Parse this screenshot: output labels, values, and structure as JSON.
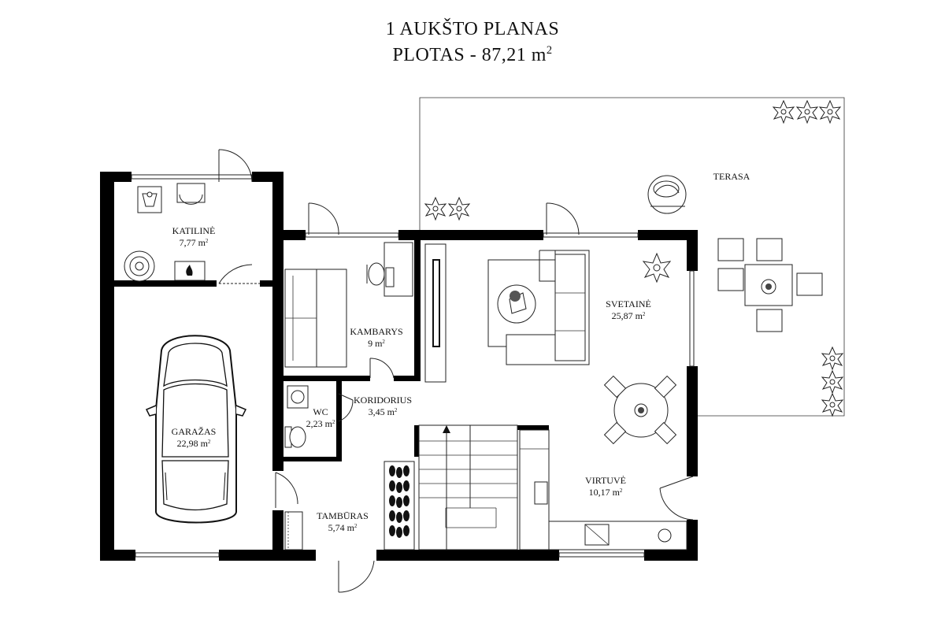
{
  "plan": {
    "title_line1": "1 AUKŠTO PLANAS",
    "title_line2_prefix": "PLOTAS - 87,21 m",
    "unit_superscript": "2"
  },
  "rooms": {
    "katiline": {
      "name": "KATILINĖ",
      "area": "7,77 m"
    },
    "kambarys": {
      "name": "KAMBARYS",
      "area": "9 m"
    },
    "svetaine": {
      "name": "SVETAINĖ",
      "area": "25,87 m"
    },
    "terasa": {
      "name": "TERASA"
    },
    "wc": {
      "name": "WC",
      "area": "2,23 m"
    },
    "koridorius": {
      "name": "KORIDORIUS",
      "area": "3,45 m"
    },
    "garazas": {
      "name": "GARAŽAS",
      "area": "22,98 m"
    },
    "virtuve": {
      "name": "VIRTUVĖ",
      "area": "10,17 m"
    },
    "tamburas": {
      "name": "TAMBŪRAS",
      "area": "5,74 m"
    }
  },
  "sup": "2"
}
